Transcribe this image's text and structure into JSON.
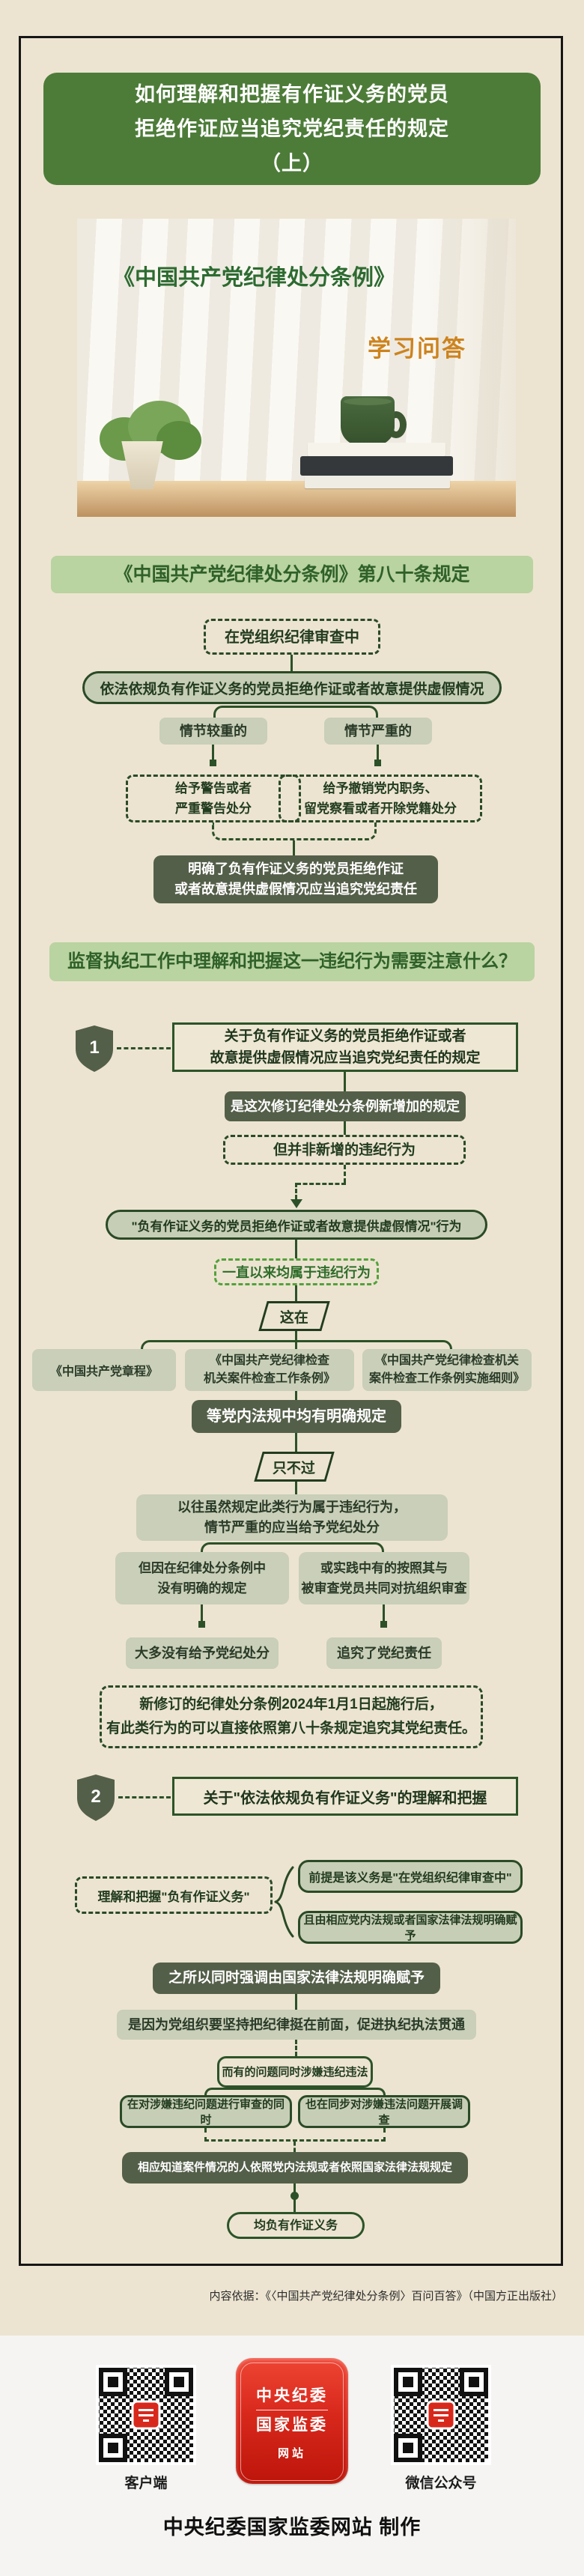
{
  "colors": {
    "accent_green": "#4d7c39",
    "banner_green": "#b9d3a1",
    "dark_olive": "#545f49",
    "sage": "#c7ceb6",
    "line_green": "#2c5128",
    "badge_red": "#d8281c",
    "hero_orange": "#cd831e",
    "frame_black": "#161616"
  },
  "title": {
    "lines": [
      "如何理解和把握有作证义务的党员",
      "拒绝作证应当追究党纪责任的规定",
      "（上）"
    ]
  },
  "hero": {
    "book_title": "《中国共产党纪律处分条例》",
    "subtitle": "学习问答"
  },
  "rule80": {
    "banner": "《中国共产党纪律处分条例》第八十条规定",
    "context": "在党组织纪律审查中",
    "behavior": "依法依规负有作证义务的党员拒绝作证或者故意提供虚假情况",
    "branch_left": {
      "condition": "情节较重的",
      "penalty_lines": [
        "给予警告或者",
        "严重警告处分"
      ]
    },
    "branch_right": {
      "condition": "情节严重的",
      "penalty_lines": [
        "给予撤销党内职务、",
        "留党察看或者开除党籍处分"
      ]
    },
    "conclusion_lines": [
      "明确了负有作证义务的党员拒绝作证",
      "或者故意提供虚假情况应当追究党纪责任"
    ]
  },
  "qa": {
    "banner": "监督执纪工作中理解和把握这一违纪行为需要注意什么？",
    "point1": {
      "number": "1",
      "heading_lines": [
        "关于负有作证义务的党员拒绝作证或者",
        "故意提供虚假情况应当追究党纪责任的规定"
      ],
      "new_rule": "是这次修订纪律处分条例新增加的规定",
      "not_new": "但并非新增的违纪行为",
      "behavior_quote": "\"负有作证义务的党员拒绝作证或者故意提供虚假情况\"行为",
      "always_violation": "一直以来均属于违纪行为",
      "connector_this": "这在",
      "regulations": {
        "r1": "《中国共产党章程》",
        "r2_lines": [
          "《中国共产党纪律检查",
          "机关案件检查工作条例》"
        ],
        "r3_lines": [
          "《中国共产党纪律检查机关",
          "案件检查工作条例实施细则》"
        ]
      },
      "clearly_stated": "等党内法规中均有明确规定",
      "connector_but": "只不过",
      "past_lines": [
        "以往虽然规定此类行为属于违纪行为，",
        "情节严重的应当给予党纪处分"
      ],
      "reason_left_lines": [
        "但因在纪律处分条例中",
        "没有明确的规定"
      ],
      "reason_right_lines": [
        "或实践中有的按照其与",
        "被审查党员共同对抗组织审查"
      ],
      "result_left": "大多没有给予党纪处分",
      "result_right": "追究了党纪责任",
      "note_lines": [
        "新修订的纪律处分条例2024年1月1日起施行后，",
        "有此类行为的可以直接依照第八十条规定追究其党纪责任。"
      ]
    },
    "point2": {
      "number": "2",
      "heading": "关于\"依法依规负有作证义务\"的理解和把握",
      "grasp": "理解和把握\"负有作证义务\"",
      "premise1": "前提是该义务是\"在党组织纪律审查中\"",
      "premise2": "且由相应党内法规或者国家法律法规明确赋予",
      "emphasis": "之所以同时强调由国家法律法规明确赋予",
      "reason": "是因为党组织要坚持把纪律挺在前面，促进执纪执法贯通",
      "situation": "而有的问题同时涉嫌违纪违法",
      "parallel_left": "在对涉嫌违纪问题进行审查的同时",
      "parallel_right": "也在同步对涉嫌违法问题开展调查",
      "persons": "相应知道案件情况的人依照党内法规或者依照国家法律法规规定",
      "duty": "均负有作证义务"
    }
  },
  "source": "内容依据：《〈中国共产党纪律处分条例〉百问百答》（中国方正出版社）",
  "footer": {
    "badge_lines": [
      "中央纪委",
      "国家监委"
    ],
    "badge_sub": "网站",
    "qr_left_label": "客户端",
    "qr_right_label": "微信公众号",
    "credit": "中央纪委国家监委网站 制作"
  }
}
